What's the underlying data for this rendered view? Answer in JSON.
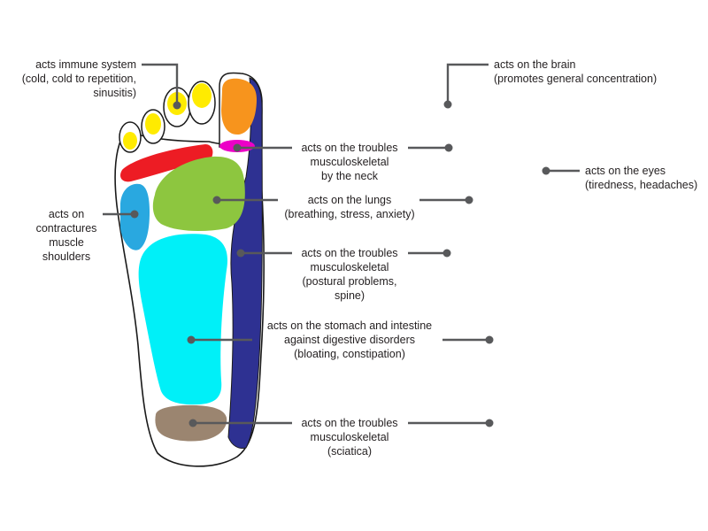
{
  "colors": {
    "outline": "#1a1a1a",
    "toe": "#ffeb00",
    "big_toe": "#f7941d",
    "neck": "#ec00c7",
    "eyes": "#ed1c24",
    "lungs": "#8dc63f",
    "shoulder": "#29a8e0",
    "stomach": "#00f0f8",
    "spine": "#2e3192",
    "sciatica": "#9b8570",
    "leader": "#58595b"
  },
  "labels": {
    "immune": [
      "acts immune system",
      "(cold, cold to repetition,",
      "sinusitis)"
    ],
    "brain": [
      "acts on the brain",
      "(promotes general concentration)"
    ],
    "neck": [
      "acts on the troubles",
      "musculoskeletal",
      "by the neck"
    ],
    "eyes": [
      "acts on the eyes",
      "(tiredness, headaches)"
    ],
    "lungs": [
      "acts on the lungs",
      "(breathing, stress, anxiety)"
    ],
    "shoulders": [
      "acts on",
      "contractures",
      "muscle",
      "shoulders"
    ],
    "spine": [
      "acts on the troubles",
      "musculoskeletal",
      "(postural problems,",
      "spine)"
    ],
    "stomach": [
      "acts on the stomach and intestine",
      "against digestive disorders",
      "(bloating, constipation)"
    ],
    "sciatica": [
      "acts on the troubles",
      "musculoskeletal",
      "(sciatica)"
    ]
  }
}
